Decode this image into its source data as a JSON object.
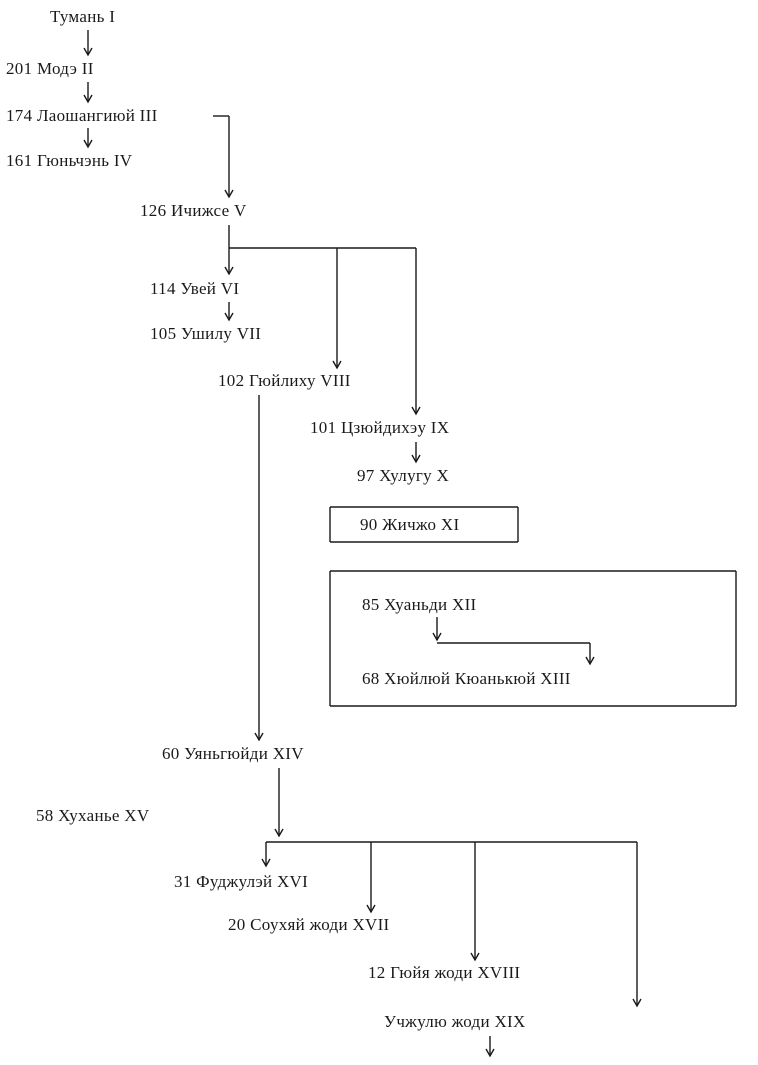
{
  "nodes": [
    {
      "id": "n1",
      "text": "Тумань I"
    },
    {
      "id": "n2",
      "text": "201 Модэ II"
    },
    {
      "id": "n3",
      "text": "174 Лаошангиюй III"
    },
    {
      "id": "n4",
      "text": "161 Гюньчэнь IV"
    },
    {
      "id": "n5",
      "text": "126 Ичижсе V"
    },
    {
      "id": "n6",
      "text": "114 Увей VI"
    },
    {
      "id": "n7",
      "text": "105 Ушилу VII"
    },
    {
      "id": "n8",
      "text": "102 Гюйлиху VIII"
    },
    {
      "id": "n9",
      "text": "101 Цзюйдихэу IX"
    },
    {
      "id": "n10",
      "text": "97 Хулугу X"
    },
    {
      "id": "n11",
      "text": "90 Жичжо XI"
    },
    {
      "id": "n12",
      "text": "85 Хуаньди XII"
    },
    {
      "id": "n13",
      "text": "68 Хюйлюй Кюанькюй XIII"
    },
    {
      "id": "n14",
      "text": "60 Уяньгюйди XIV"
    },
    {
      "id": "n15",
      "text": "58 Хуханье XV"
    },
    {
      "id": "n16",
      "text": "31 Фуджулэй XVI"
    },
    {
      "id": "n17",
      "text": "20 Соухяй жоди XVII"
    },
    {
      "id": "n18",
      "text": "12 Гюйя жоди XVIII"
    },
    {
      "id": "n19",
      "text": "Учжулю жоди XIX"
    }
  ]
}
